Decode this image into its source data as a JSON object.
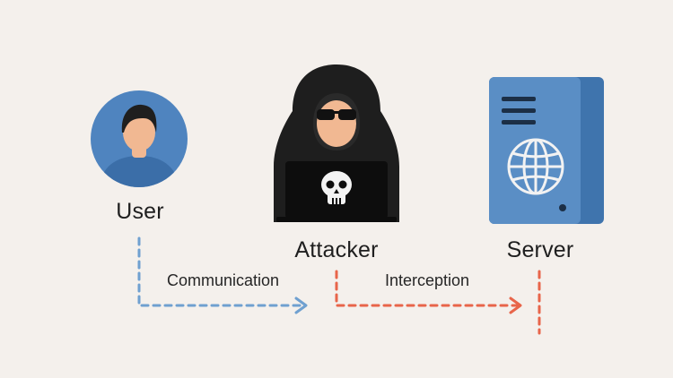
{
  "nodes": {
    "user": {
      "label": "User"
    },
    "attacker": {
      "label": "Attacker"
    },
    "server": {
      "label": "Server"
    }
  },
  "edges": {
    "communication": {
      "label": "Communication",
      "color": "#6fa0d0",
      "style": "dashed"
    },
    "interception": {
      "label": "Interception",
      "color": "#e8654a",
      "style": "dashed"
    }
  },
  "colors": {
    "background": "#f4f0ec",
    "user_circle": "#4f84bf",
    "skin": "#f1b892",
    "attacker_hood": "#1e1e1e",
    "server_face": "#5a8ec5",
    "server_side": "#3f74ad"
  },
  "icons": {
    "user": "user-avatar-icon",
    "attacker": "hooded-hacker-icon",
    "laptop": "laptop-icon",
    "skull": "skull-icon",
    "server": "server-icon",
    "globe": "globe-icon"
  }
}
